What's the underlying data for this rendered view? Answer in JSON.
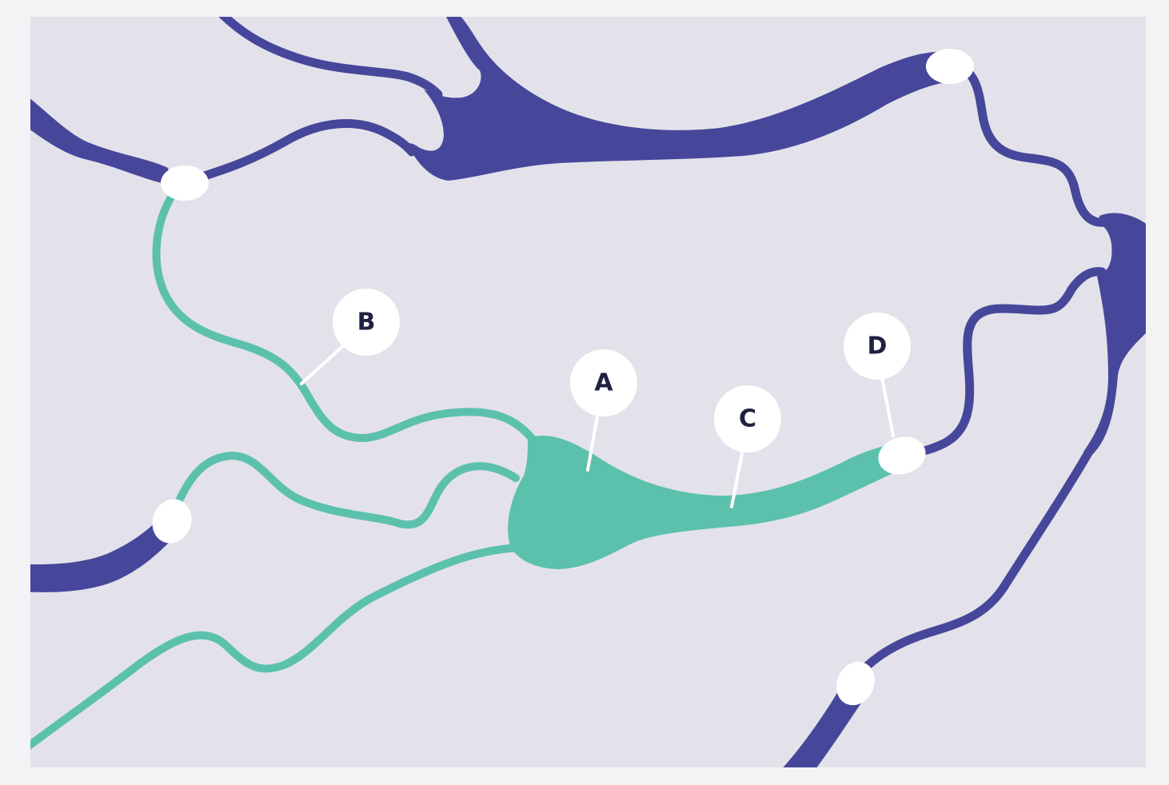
{
  "colors": {
    "outer_background": "#f4f2f4",
    "panel_background": "#e3e2ea",
    "other_neurons": "#46479b",
    "highlighted_neuron": "#5cc1ac",
    "synapse": "#ffffff",
    "label_circle": "#ffffff",
    "label_text": "#1f2140",
    "pointer_line": "#ffffff"
  },
  "labels": {
    "a": "A",
    "b": "B",
    "c": "C",
    "d": "D"
  }
}
